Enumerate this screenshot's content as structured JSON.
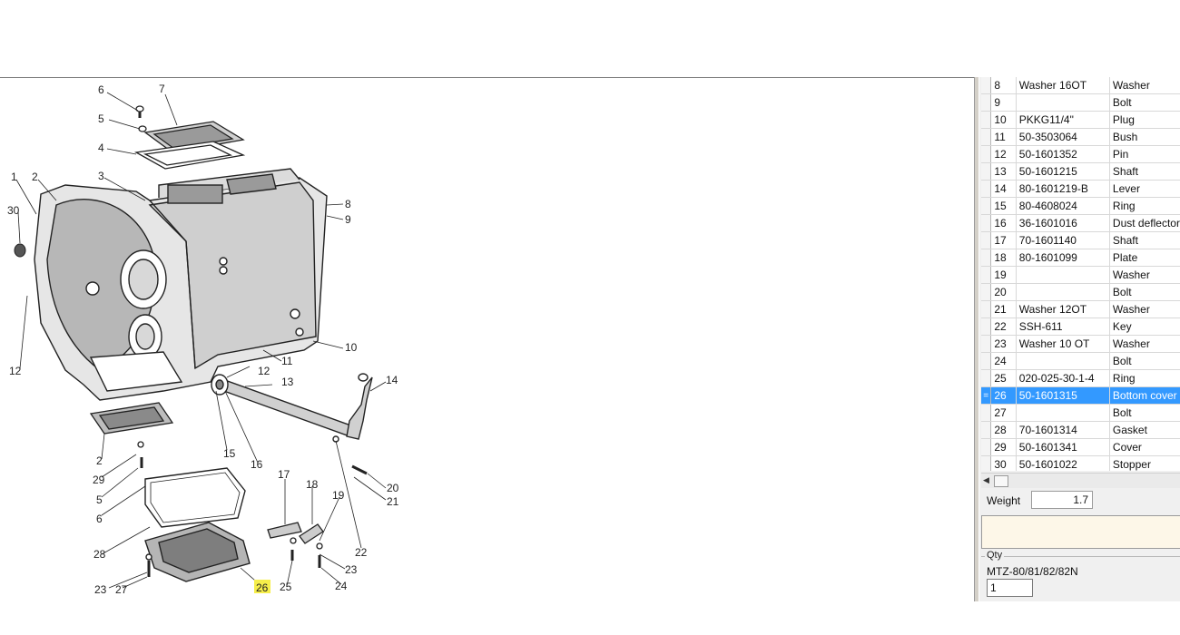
{
  "drawing": {
    "callouts": [
      "6",
      "7",
      "5",
      "4",
      "1",
      "2",
      "3",
      "8",
      "9",
      "30",
      "10",
      "11",
      "12",
      "13",
      "14",
      "12",
      "15",
      "16",
      "2",
      "29",
      "5",
      "6",
      "17",
      "18",
      "19",
      "20",
      "21",
      "22",
      "28",
      "23",
      "26",
      "25",
      "23",
      "24",
      "27"
    ],
    "highlighted": "26",
    "highlight_color": "#f6ee4a"
  },
  "parts": {
    "rows": [
      {
        "num": "8",
        "code": "Washer 16OT",
        "name": "Washer"
      },
      {
        "num": "9",
        "code": "",
        "name": "Bolt"
      },
      {
        "num": "10",
        "code": "PKKG11/4\"",
        "name": "Plug"
      },
      {
        "num": "11",
        "code": "50-3503064",
        "name": "Bush"
      },
      {
        "num": "12",
        "code": "50-1601352",
        "name": "Pin"
      },
      {
        "num": "13",
        "code": "50-1601215",
        "name": "Shaft"
      },
      {
        "num": "14",
        "code": "80-1601219-B",
        "name": "Lever"
      },
      {
        "num": "15",
        "code": "80-4608024",
        "name": "Ring"
      },
      {
        "num": "16",
        "code": "36-1601016",
        "name": "Dust deflector"
      },
      {
        "num": "17",
        "code": "70-1601140",
        "name": "Shaft"
      },
      {
        "num": "18",
        "code": "80-1601099",
        "name": "Plate"
      },
      {
        "num": "19",
        "code": "",
        "name": "Washer"
      },
      {
        "num": "20",
        "code": "",
        "name": "Bolt"
      },
      {
        "num": "21",
        "code": "Washer 12OT",
        "name": "Washer"
      },
      {
        "num": "22",
        "code": "SSH-611",
        "name": "Key"
      },
      {
        "num": "23",
        "code": "Washer 10 OT",
        "name": "Washer"
      },
      {
        "num": "24",
        "code": "",
        "name": "Bolt"
      },
      {
        "num": "25",
        "code": "020-025-30-1-4",
        "name": "Ring"
      },
      {
        "num": "26",
        "code": "50-1601315",
        "name": "Bottom cover"
      },
      {
        "num": "27",
        "code": "",
        "name": "Bolt"
      },
      {
        "num": "28",
        "code": "70-1601314",
        "name": "Gasket"
      },
      {
        "num": "29",
        "code": "50-1601341",
        "name": "Cover"
      },
      {
        "num": "30",
        "code": "50-1601022",
        "name": "Stopper"
      }
    ],
    "selected_num": "26",
    "selected_indicator": "=",
    "scroll_left_arrow": "◀"
  },
  "weight": {
    "label": "Weight",
    "value": "1.7"
  },
  "qty": {
    "group_label": "Qty",
    "model": "MTZ-80/81/82/82N",
    "value": "1"
  }
}
